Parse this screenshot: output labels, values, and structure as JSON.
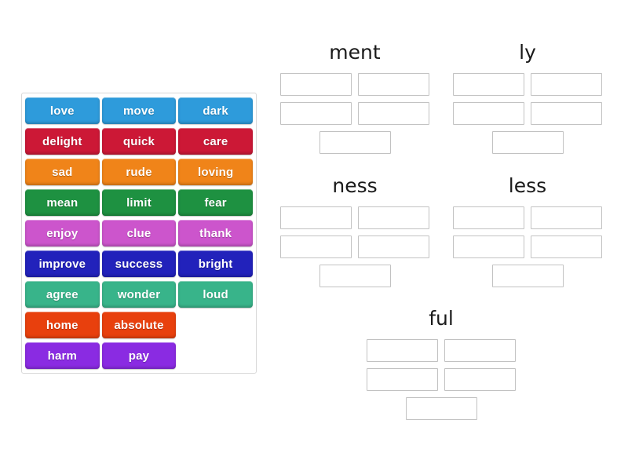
{
  "tile_panel": {
    "name": "word-bank",
    "tiles": [
      {
        "label": "love",
        "color": "#2e9bdb"
      },
      {
        "label": "move",
        "color": "#2e9bdb"
      },
      {
        "label": "dark",
        "color": "#2e9bdb"
      },
      {
        "label": "delight",
        "color": "#cc1836"
      },
      {
        "label": "quick",
        "color": "#cc1836"
      },
      {
        "label": "care",
        "color": "#cc1836"
      },
      {
        "label": "sad",
        "color": "#f08419"
      },
      {
        "label": "rude",
        "color": "#f08419"
      },
      {
        "label": "loving",
        "color": "#f08419"
      },
      {
        "label": "mean",
        "color": "#1e9141"
      },
      {
        "label": "limit",
        "color": "#1e9141"
      },
      {
        "label": "fear",
        "color": "#1e9141"
      },
      {
        "label": "enjoy",
        "color": "#cc55cc"
      },
      {
        "label": "clue",
        "color": "#cc55cc"
      },
      {
        "label": "thank",
        "color": "#cc55cc"
      },
      {
        "label": "improve",
        "color": "#2222bb"
      },
      {
        "label": "success",
        "color": "#2222bb"
      },
      {
        "label": "bright",
        "color": "#2222bb"
      },
      {
        "label": "agree",
        "color": "#38b48a"
      },
      {
        "label": "wonder",
        "color": "#38b48a"
      },
      {
        "label": "loud",
        "color": "#38b48a"
      },
      {
        "label": "home",
        "color": "#e8400d"
      },
      {
        "label": "absolute",
        "color": "#e8400d"
      },
      {
        "label": "",
        "color": "",
        "empty": true
      },
      {
        "label": "harm",
        "color": "#8a2be2"
      },
      {
        "label": "pay",
        "color": "#8a2be2"
      },
      {
        "label": "",
        "color": "",
        "empty": true
      }
    ]
  },
  "groups": [
    {
      "id": "ment",
      "title": "ment",
      "slots": [
        "",
        "",
        "",
        "",
        ""
      ]
    },
    {
      "id": "ly",
      "title": "ly",
      "slots": [
        "",
        "",
        "",
        "",
        ""
      ]
    },
    {
      "id": "ness",
      "title": "ness",
      "slots": [
        "",
        "",
        "",
        "",
        ""
      ]
    },
    {
      "id": "less",
      "title": "less",
      "slots": [
        "",
        "",
        "",
        "",
        ""
      ]
    },
    {
      "id": "ful",
      "title": "ful",
      "slots": [
        "",
        "",
        "",
        "",
        ""
      ]
    }
  ],
  "colors": {
    "background": "#ffffff",
    "panel_border": "#d8d8d8",
    "slot_border": "#c2c2c2",
    "title_text": "#1a1a1a",
    "tile_text": "#ffffff"
  }
}
